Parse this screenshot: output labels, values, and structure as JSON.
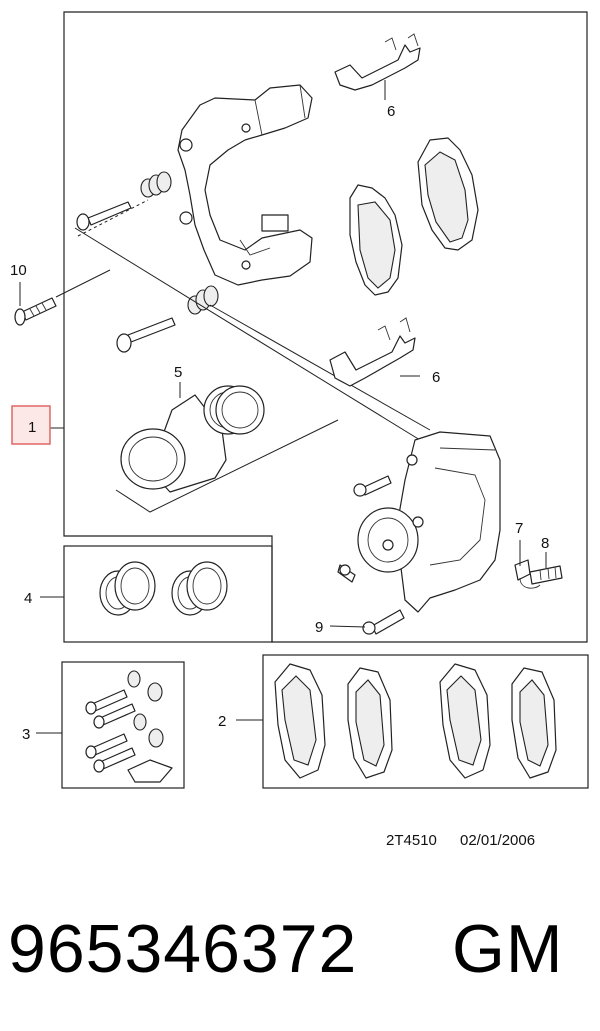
{
  "diagram": {
    "callouts": {
      "c1": "1",
      "c2": "2",
      "c3": "3",
      "c4": "4",
      "c5": "5",
      "c6a": "6",
      "c6b": "6",
      "c7": "7",
      "c8": "8",
      "c9": "9",
      "c10": "10"
    },
    "highlighted_callout": "1",
    "highlight_color": "#e06666",
    "drawing_code": "2T4510",
    "drawing_date": "02/01/2006"
  },
  "footer": {
    "part_number": "965346372",
    "brand": "GM"
  }
}
